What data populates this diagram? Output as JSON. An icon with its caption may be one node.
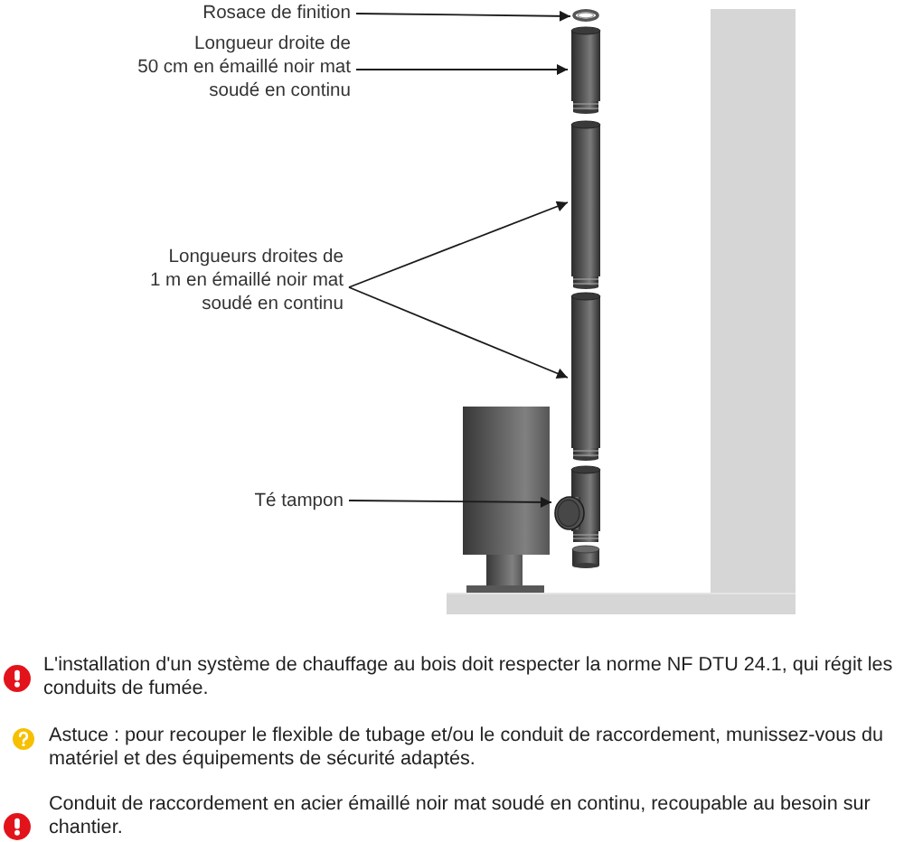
{
  "diagram": {
    "nodes": [
      {
        "text": [
          "Rosace de finition"
        ]
      },
      {
        "text": [],
        "shape": "picture"
      },
      {
        "text": [
          "Longueur droite de 50 cm en émaillé noir mat soudé en continu"
        ]
      },
      {
        "text": [],
        "shape": "cylinder"
      },
      {
        "text": [
          "Longueurs droites de 1 m en émaillé noir mat soudé en continu"
        ]
      },
      {
        "text": [],
        "shape": "cylinder"
      },
      {
        "text": [],
        "shape": "cylinder"
      },
      {
        "text": [
          "Té tampon"
        ]
      },
      {
        "text": [],
        "shape": "picture"
      }
    ],
    "edges": [
      {
        "from": 0,
        "to": 1,
        "arrow": "to"
      },
      {
        "from": 2,
        "to": 3,
        "arrow": "to"
      },
      {
        "from": 4,
        "to": 5,
        "arrow": "to"
      },
      {
        "from": 4,
        "to": 6,
        "arrow": "to"
      },
      {
        "from": 7,
        "to": 8,
        "arrow": "to"
      }
    ],
    "labels": [
      "L'installation d'un système de chauffage au bois doit respecter la norme NF DTU 24.1, qui régit les conduits de fumée.",
      "Astuce : pour recouper le flexible de tubage et/ou le conduit de raccordement, munissez-vous du matériel et des équipements de sécurité adaptés.",
      "Conduit de raccordement en acier émaillé noir mat soudé en continu, recoupable au besoin sur chantier."
    ]
  }
}
